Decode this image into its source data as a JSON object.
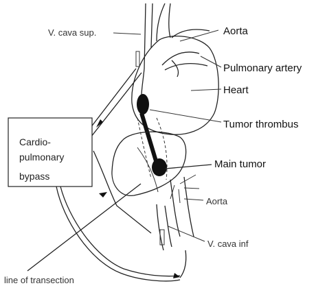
{
  "labels": {
    "v_cava_sup": "V. cava sup.",
    "aorta_top": "Aorta",
    "pulmonary_artery": "Pulmonary artery",
    "heart": "Heart",
    "tumor_thrombus": "Tumor thrombus",
    "main_tumor": "Main tumor",
    "aorta_lower": "Aorta",
    "v_cava_inf": "V. cava inf",
    "line_of_transection": "line of transection"
  },
  "bypass_box": {
    "line1": "Cardio-",
    "line2": "pulmonary",
    "line3": "bypass"
  }
}
